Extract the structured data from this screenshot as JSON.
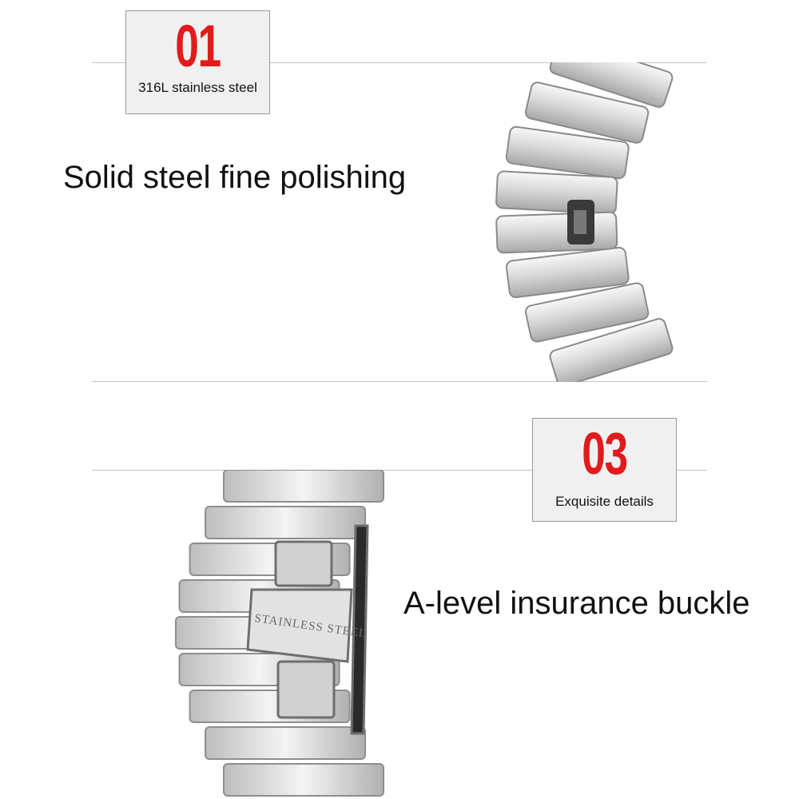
{
  "section1": {
    "number": "01",
    "label": "316L stainless steel",
    "headline": "Solid steel fine polishing"
  },
  "section2": {
    "number": "03",
    "label": "Exquisite details",
    "headline": "A-level insurance buckle",
    "clasp_engraving": "STAINLESS STEEL"
  },
  "colors": {
    "accent": "#e11b1b",
    "badge_bg": "#f0f0f0",
    "rule": "#c4c4c4",
    "text": "#111111"
  }
}
